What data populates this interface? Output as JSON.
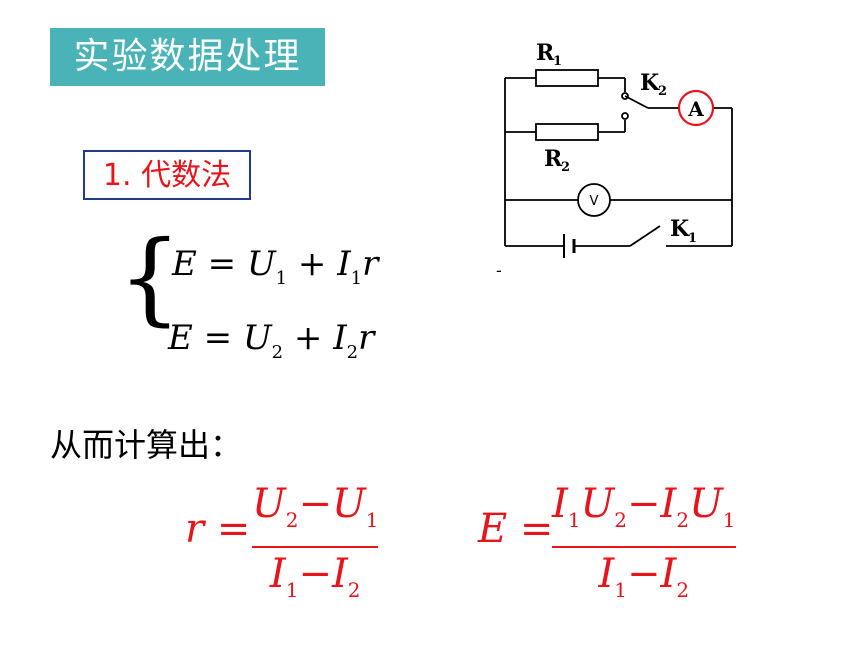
{
  "title": "实验数据处理",
  "method": "1. 代数法",
  "equations": {
    "eq1": {
      "lhs": "E",
      "eq": "=",
      "u": "U",
      "u_sub": "1",
      "plus": "+",
      "i": "I",
      "i_sub": "1",
      "r": "r"
    },
    "eq2": {
      "lhs": "E",
      "eq": "=",
      "u": "U",
      "u_sub": "2",
      "plus": "+",
      "i": "I",
      "i_sub": "2",
      "r": "r"
    }
  },
  "result_label": "从而计算出：",
  "formula_r": {
    "lhs": "r",
    "eq": "=",
    "num": {
      "a": "U",
      "a_sub": "2",
      "op": "−",
      "b": "U",
      "b_sub": "1"
    },
    "den": {
      "a": "I",
      "a_sub": "1",
      "op": "−",
      "b": "I",
      "b_sub": "2"
    }
  },
  "formula_e": {
    "lhs": "E",
    "eq": "=",
    "num": {
      "a1": "I",
      "a1_sub": "1",
      "a2": "U",
      "a2_sub": "2",
      "op": "−",
      "b1": "I",
      "b1_sub": "2",
      "b2": "U",
      "b2_sub": "1"
    },
    "den": {
      "a": "I",
      "a_sub": "1",
      "op": "−",
      "b": "I",
      "b_sub": "2"
    }
  },
  "circuit": {
    "r1_label": "R",
    "r1_sub": "1",
    "r2_label": "R",
    "r2_sub": "2",
    "k2_label": "K",
    "k2_sub": "2",
    "k1_label": "K",
    "k1_sub": "1",
    "ammeter": "A",
    "voltmeter": "V",
    "stray_mark": "-"
  },
  "colors": {
    "accent": "#4ab3b8",
    "red": "#e8141c",
    "border_blue": "#203a8c"
  }
}
